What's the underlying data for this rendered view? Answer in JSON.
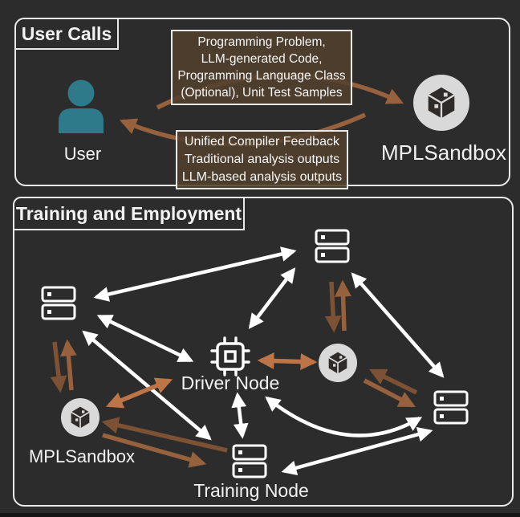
{
  "user_calls_panel": {
    "title": "User Calls",
    "user_label": "User",
    "sandbox_label": "MPLSandbox",
    "request_box": {
      "lines": [
        "Programming Problem,",
        "LLM-generated Code,",
        "Programming Language Class",
        "(Optional), Unit Test Samples"
      ]
    },
    "response_box": {
      "lines": [
        "Unified Compiler Feedback",
        "Traditional analysis outputs",
        "LLM-based analysis outputs"
      ]
    }
  },
  "training_panel": {
    "title": "Training and Employment",
    "driver_node_label": "Driver Node",
    "training_node_label": "Training Node",
    "sandbox_label": "MPLSandbox"
  },
  "colors": {
    "page_bg": "#2c2c2c",
    "panel_border": "#e9e9e9",
    "user_teal": "#2f7a8a",
    "icon_circle_gray": "#d9d9d9",
    "cube_dark": "#2e2b28",
    "note_box_brown": "#52402e",
    "arrow_white": "#ffffff",
    "arrow_brown_dark": "#7d5234",
    "arrow_brown": "#96613c",
    "arrow_orange": "#bd7446"
  }
}
